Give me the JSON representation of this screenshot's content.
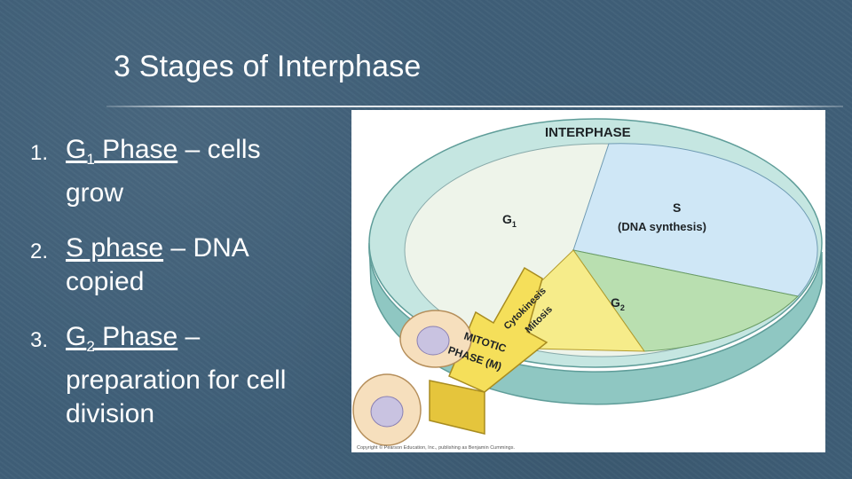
{
  "slide": {
    "title": "3 Stages of Interphase",
    "items": [
      {
        "number": "1.",
        "term_main": "G",
        "term_sub": "1",
        "term_rest": " Phase",
        "description_line1": " – cells",
        "description_line2": "grow"
      },
      {
        "number": "2.",
        "term": "S phase",
        "description_line1": " – DNA",
        "description_line2": "copied"
      },
      {
        "number": "3.",
        "term_main": "G",
        "term_sub": "2",
        "term_rest": " Phase",
        "description_line1": " –",
        "description_line2": "preparation for cell",
        "description_line3": "division"
      }
    ]
  },
  "diagram": {
    "ring_label": "INTERPHASE",
    "g1_label": "G",
    "g1_sub": "1",
    "s_label": "S",
    "s_detail": "(DNA synthesis)",
    "g2_label": "G",
    "g2_sub": "2",
    "cytokinesis_label": "Cytokinesis",
    "mitosis_label": "Mitosis",
    "mitotic_line1": "MITOTIC",
    "mitotic_line2": "PHASE (M)",
    "copyright": "Copyright © Pearson Education, Inc., publishing as Benjamin Cummings.",
    "colors": {
      "ring": "#c5e6e1",
      "ring_side": "#8fc7c2",
      "g1": "#eef4ea",
      "s": "#cfe7f6",
      "g2": "#b9dfb0",
      "m_wedge": "#f6ec8a",
      "arrow": "#f5df5a",
      "cell_outer": "#f6dfbd",
      "cell_nucleus": "#c9c3e1"
    }
  }
}
